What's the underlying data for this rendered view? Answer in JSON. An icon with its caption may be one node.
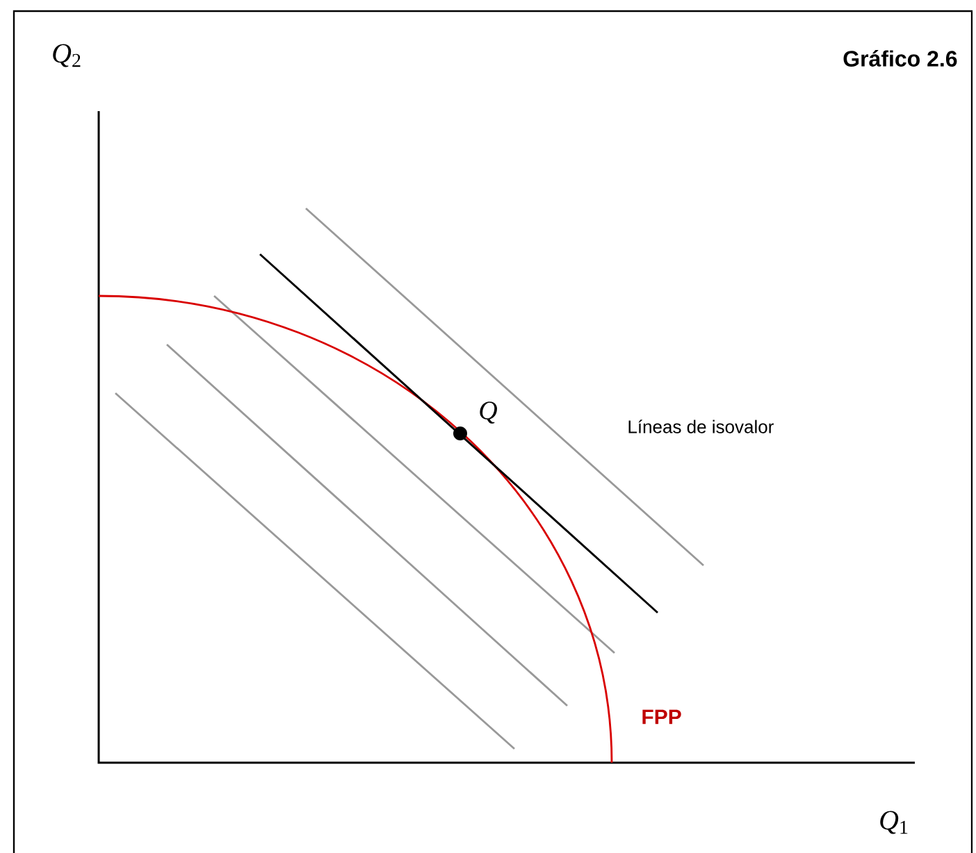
{
  "diagram": {
    "title": "Gráfico 2.6",
    "labels": [
      "*Q*$_{2}$",
      "*Q*$_{1}$",
      "*Q*",
      "Líneas de isovalor",
      "FPP"
    ]
  }
}
